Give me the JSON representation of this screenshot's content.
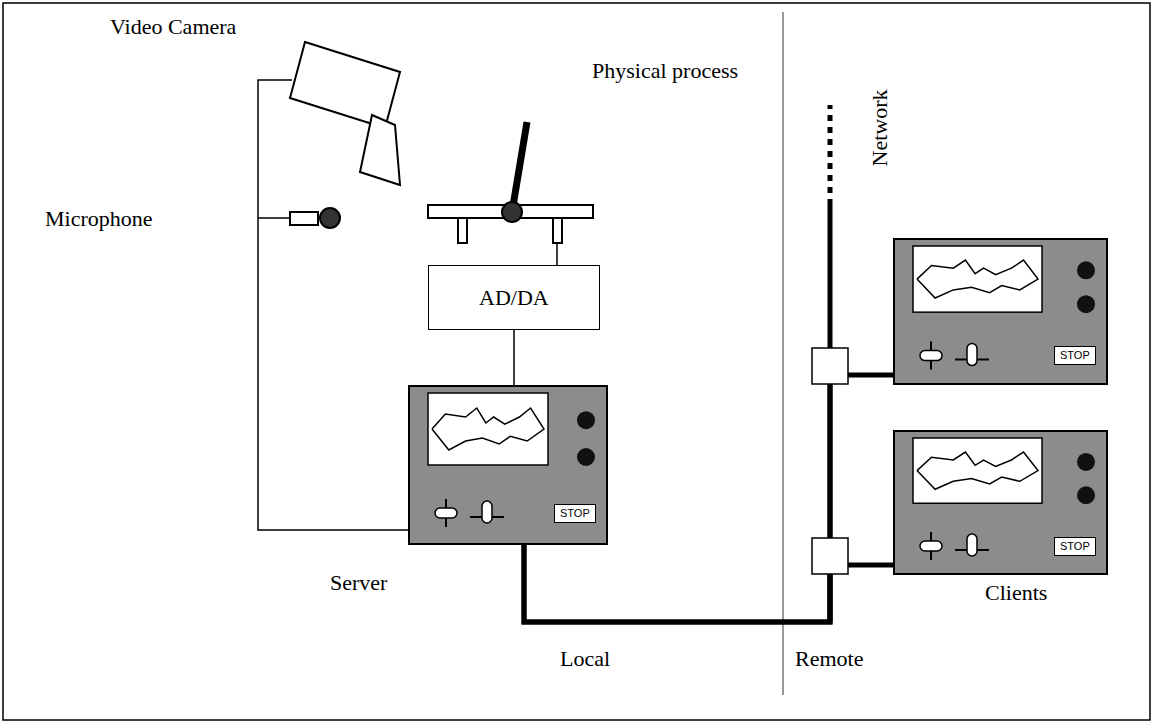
{
  "diagram": {
    "nodes": [
      {
        "text": [
          "AD/DA"
        ]
      },
      {
        "text": [
          "STOP",
          "Server"
        ]
      },
      {
        "text": [
          "STOP"
        ]
      },
      {
        "text": [
          "STOP",
          "Clients"
        ]
      }
    ],
    "edges": [
      {
        "from": 0,
        "to": 1,
        "arrow": "none"
      },
      {
        "from": 1,
        "to": 2,
        "arrow": "none"
      },
      {
        "from": 1,
        "to": 3,
        "arrow": "none"
      }
    ],
    "labels": [
      "Video Camera",
      "Physical process",
      "Network",
      "Microphone",
      "Local",
      "Remote"
    ]
  }
}
